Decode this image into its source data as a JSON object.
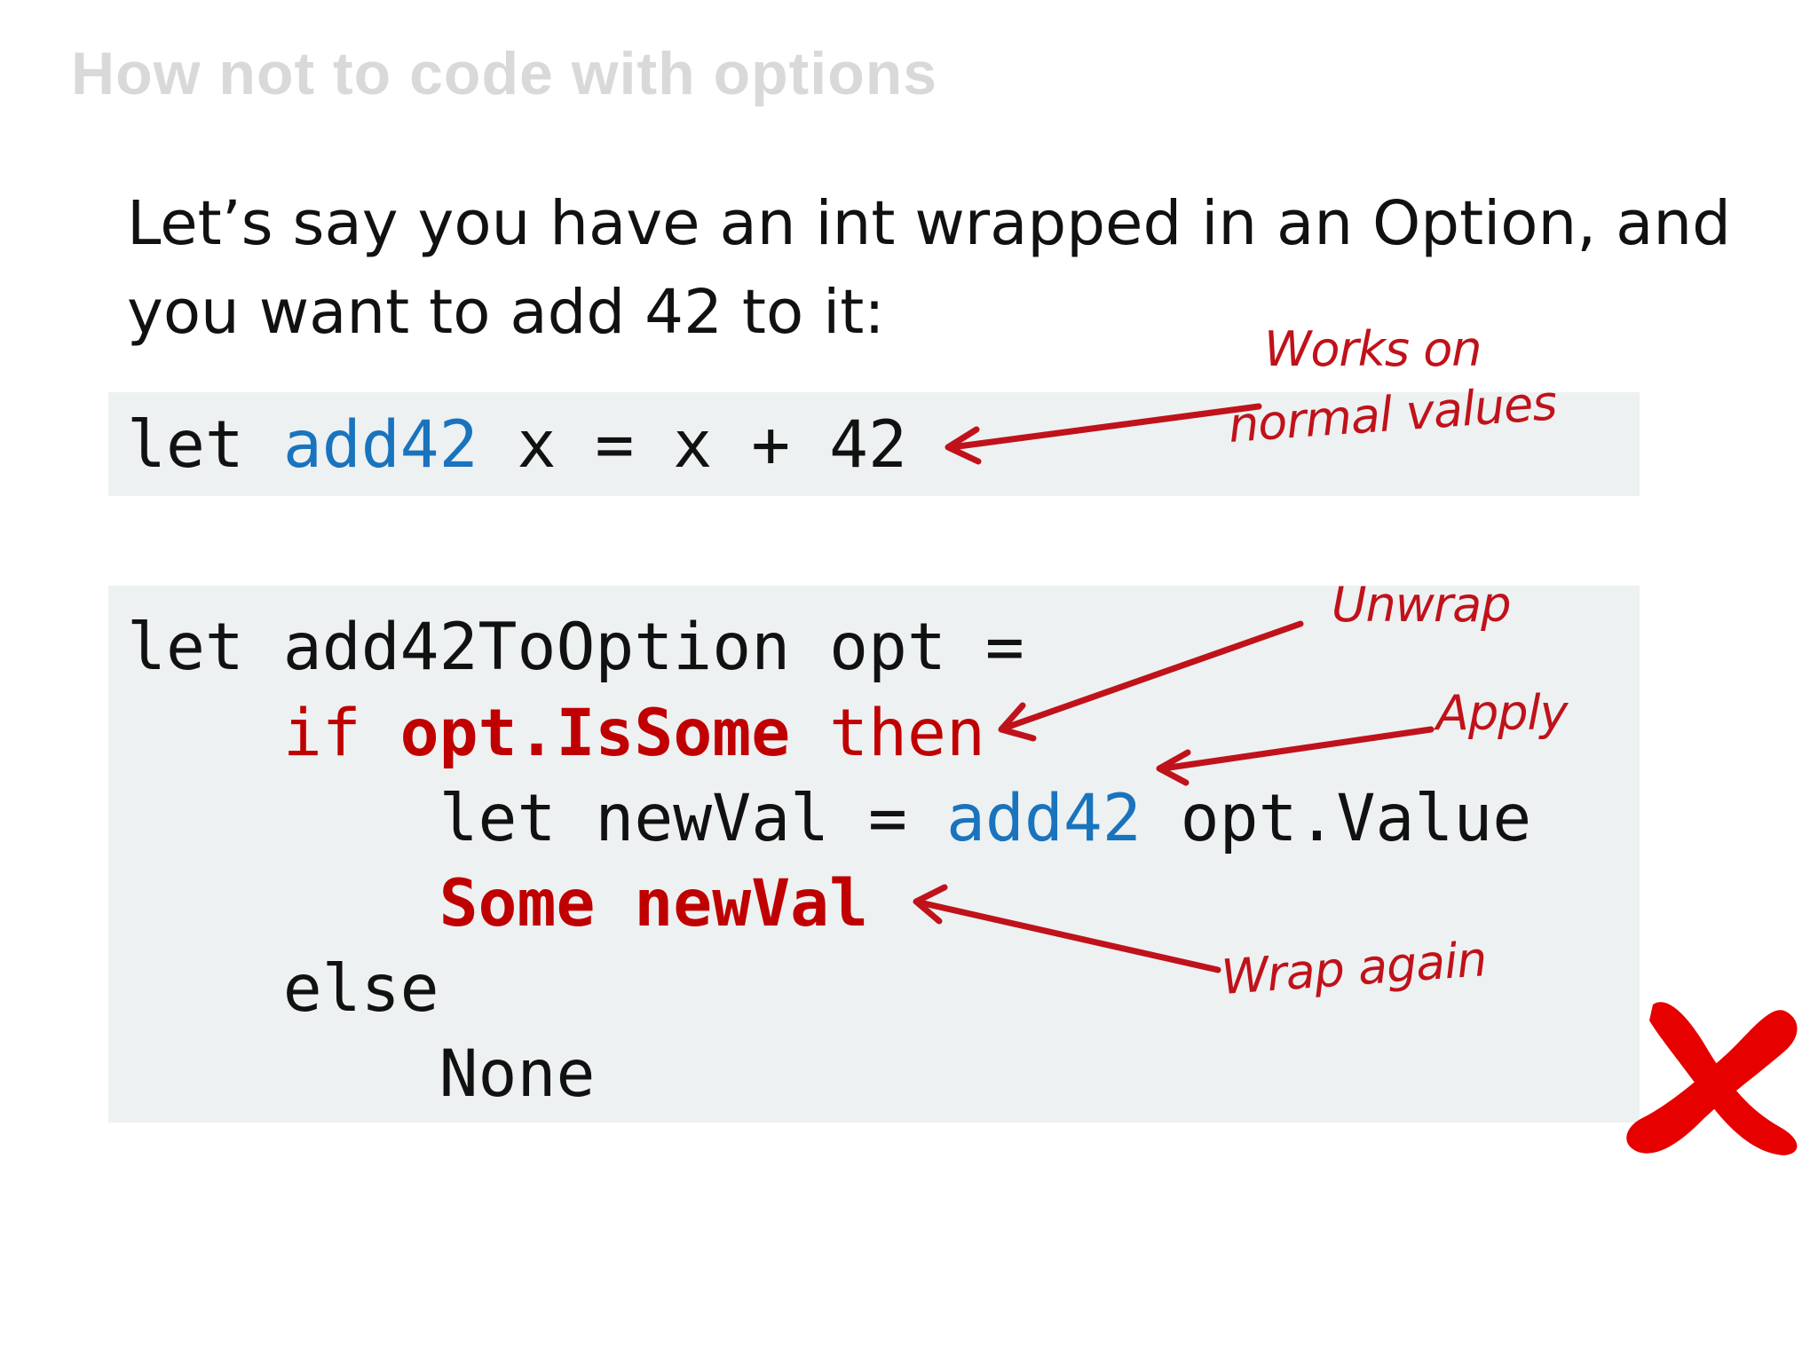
{
  "slide": {
    "title": "How not to code with options",
    "intro_line1": "Let’s say you have an int wrapped in an Option, and",
    "intro_line2": "you want to add 42 to it:"
  },
  "code1": {
    "line1": {
      "t1": "let ",
      "t2": "add42",
      "t3": " x = x + 42"
    }
  },
  "code2": {
    "line1": "let add42ToOption opt =",
    "line2": {
      "indent": "    ",
      "t1": "if",
      "t2": " ",
      "t3": "opt.IsSome",
      "t4": " ",
      "t5": "then"
    },
    "line3": {
      "indent": "        ",
      "t1": "let newVal = ",
      "t2": "add42",
      "t3": " opt.Value"
    },
    "line4": {
      "indent": "        ",
      "t1": "Some newVal"
    },
    "line5": "    else",
    "line6": "        None"
  },
  "annotations": {
    "works_line1": "Works on",
    "works_line2": "normal values",
    "unwrap": "Unwrap",
    "apply": "Apply",
    "wrap_again": "Wrap again"
  },
  "colors": {
    "accent_red": "#c00000",
    "annotation_red": "#c0121a",
    "keyword_blue": "#1a73bd",
    "cross_red": "#e60000",
    "code_bg": "#edf1f2",
    "title_gray": "#d9d9d9"
  },
  "icons": {
    "cross": "red-x-mark-icon"
  }
}
